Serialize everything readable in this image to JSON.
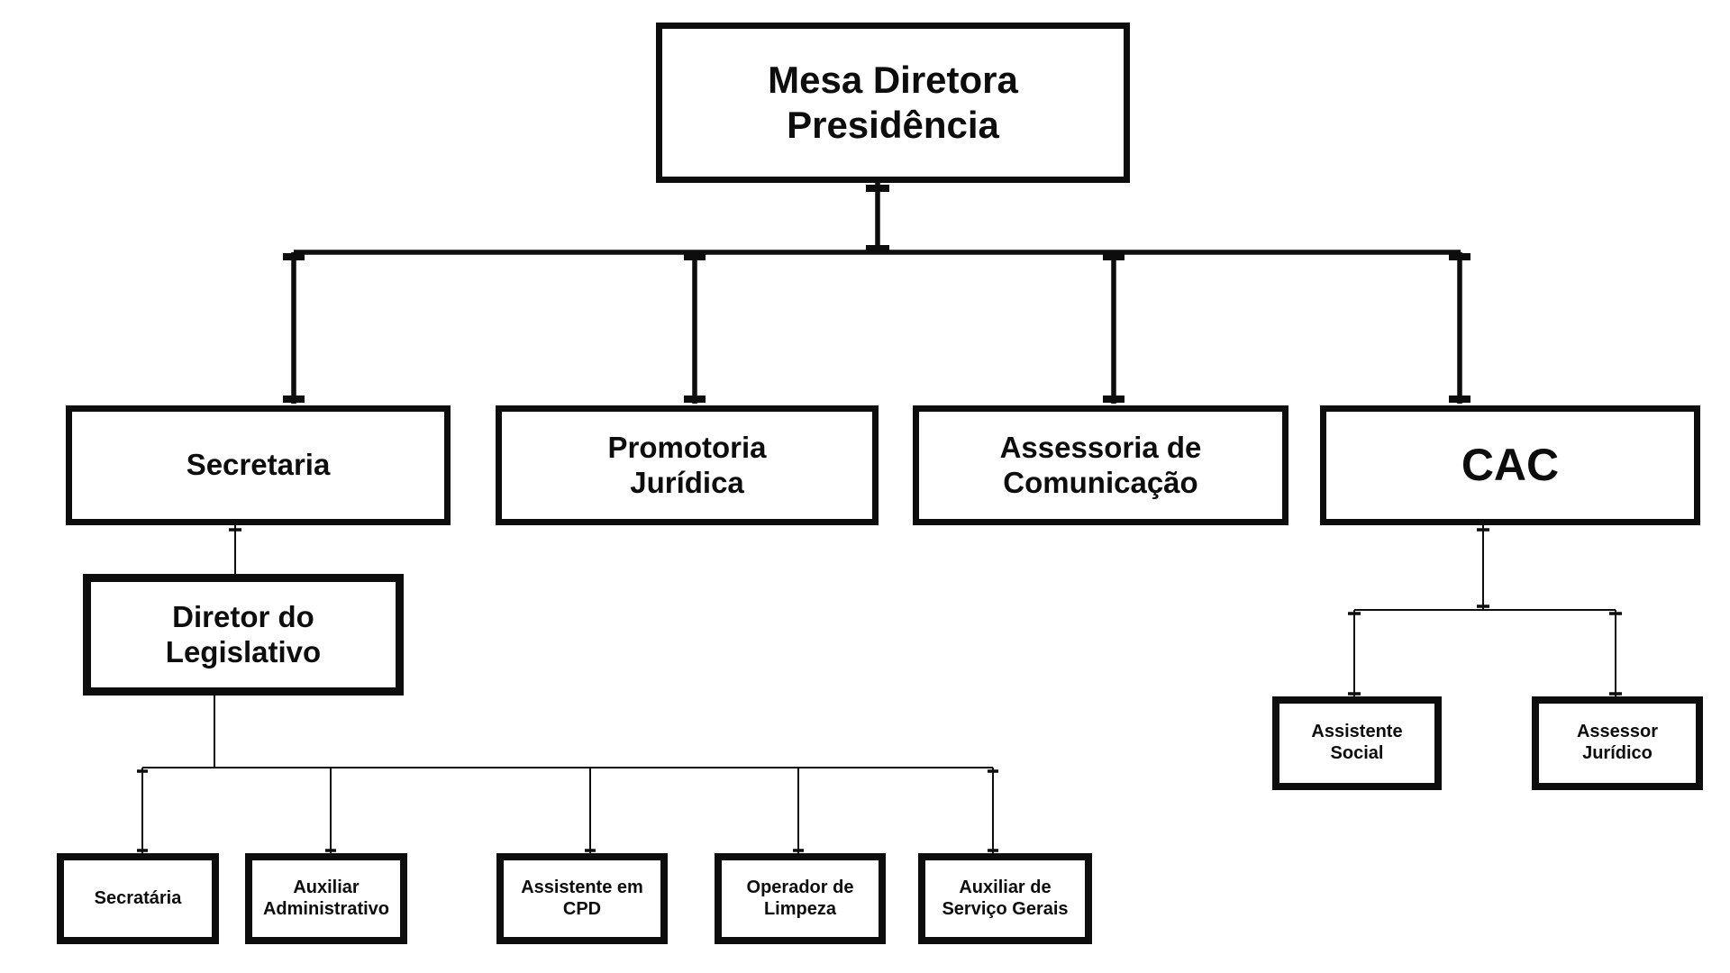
{
  "diagram": {
    "type": "org-chart",
    "background_color": "#ffffff",
    "box_fill": "#ffffff",
    "box_border_color": "#0d0d0d",
    "text_color": "#0d0d0d",
    "line_color": "#0d0d0d",
    "nodes": {
      "mesa": {
        "label": "Mesa Diretora\nPresidência"
      },
      "secretaria": {
        "label": "Secretaria"
      },
      "promotoria": {
        "label": "Promotoria\nJurídica"
      },
      "assessoria": {
        "label": "Assessoria de\nComunicação"
      },
      "cac": {
        "label": "CAC"
      },
      "diretor": {
        "label": "Diretor do\nLegislativo"
      },
      "secrataria": {
        "label": "Secratária"
      },
      "auxiliar_administrativo": {
        "label": "Auxiliar\nAdministrativo"
      },
      "assistente_cpd": {
        "label": "Assistente em\nCPD"
      },
      "operador_limpeza": {
        "label": "Operador de\nLimpeza"
      },
      "auxiliar_servico_gerais": {
        "label": "Auxiliar de\nServiço Gerais"
      },
      "assistente_social": {
        "label": "Assistente\nSocial"
      },
      "assessor_juridico": {
        "label": "Assessor\nJurídico"
      }
    },
    "edges": [
      {
        "from": "mesa",
        "to": "secretaria"
      },
      {
        "from": "mesa",
        "to": "promotoria"
      },
      {
        "from": "mesa",
        "to": "assessoria"
      },
      {
        "from": "mesa",
        "to": "cac"
      },
      {
        "from": "secretaria",
        "to": "diretor"
      },
      {
        "from": "diretor",
        "to": "secrataria"
      },
      {
        "from": "diretor",
        "to": "auxiliar_administrativo"
      },
      {
        "from": "diretor",
        "to": "assistente_cpd"
      },
      {
        "from": "diretor",
        "to": "operador_limpeza"
      },
      {
        "from": "diretor",
        "to": "auxiliar_servico_gerais"
      },
      {
        "from": "cac",
        "to": "assistente_social"
      },
      {
        "from": "cac",
        "to": "assessor_juridico"
      }
    ]
  }
}
